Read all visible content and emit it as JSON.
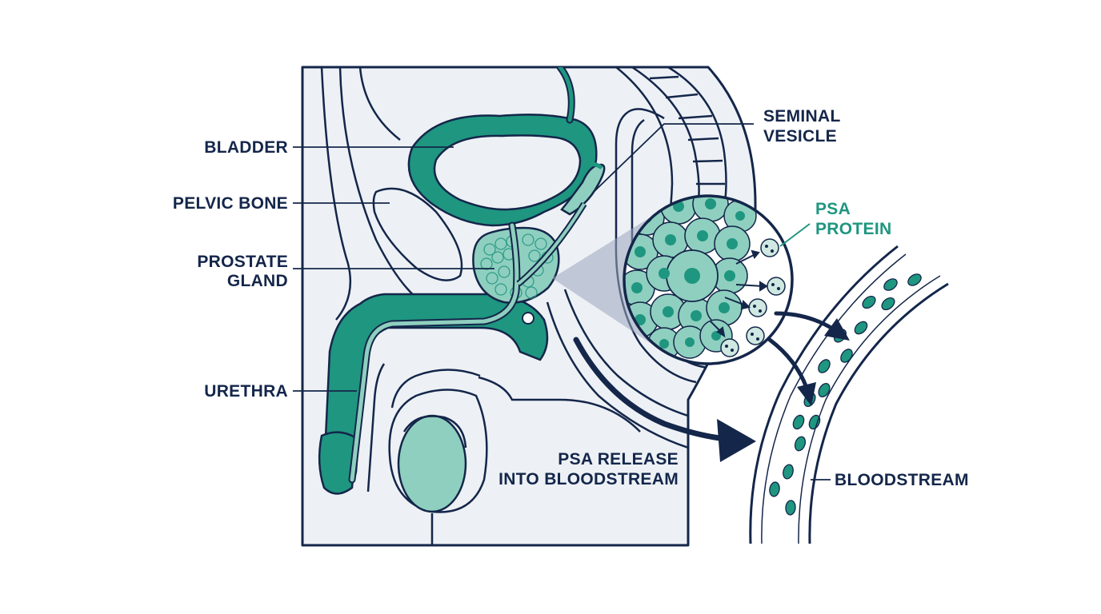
{
  "labels": {
    "bladder": "BLADDER",
    "pelvic_bone": "PELVIC BONE",
    "prostate_line1": "PROSTATE",
    "prostate_line2": "GLAND",
    "urethra": "URETHRA",
    "seminal_line1": "SEMINAL",
    "seminal_line2": "VESICLE",
    "psa_line1": "PSA",
    "psa_line2": "PROTEIN",
    "release_line1": "PSA RELEASE",
    "release_line2": "INTO BLOODSTREAM",
    "bloodstream": "BLOODSTREAM"
  },
  "colors": {
    "outline": "#14264a",
    "teal": "#1f9680",
    "teal_dark": "#147a66",
    "teal_light": "#8fcfbf",
    "background_panel": "#edf1f5",
    "label_dark": "#14264a",
    "label_accent": "#1f9680"
  }
}
